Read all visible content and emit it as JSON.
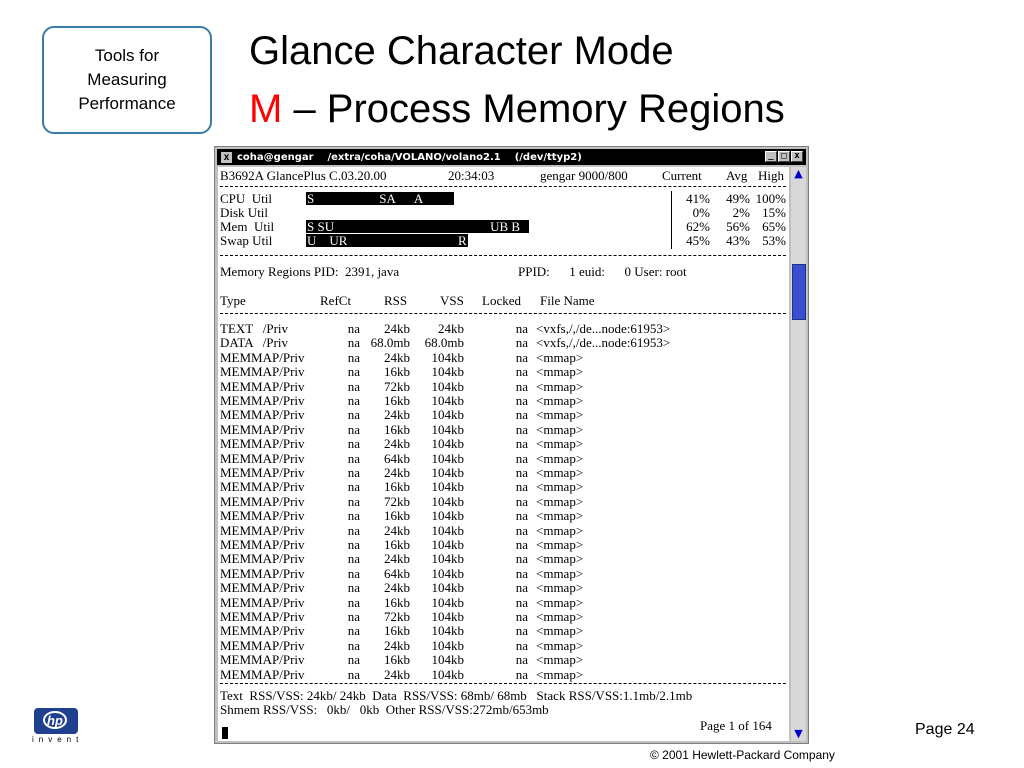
{
  "slide": {
    "tag": "Tools for\nMeasuring\nPerformance",
    "title_line1": "Glance Character Mode",
    "title_accent": "M",
    "title_rest": " – Process Memory Regions",
    "page_label": "Page 24",
    "copyright": "© 2001 Hewlett-Packard Company",
    "logo_text": "hp",
    "logo_tagline": "invent",
    "accent_color": "#ff0000",
    "border_color": "#3a7ca5"
  },
  "window": {
    "title": "coha@gengar    /extra/coha/VOLANO/volano2.1    (/dev/ttyp2)",
    "icon": "x-terminal-icon",
    "minimize": "_",
    "maximize": "□",
    "close": "x"
  },
  "terminal": {
    "header": {
      "product": "B3692A GlancePlus C.03.20.00",
      "time": "20:34:03",
      "host": "gengar 9000/800",
      "current": "Current",
      "avg": "Avg",
      "high": "High"
    },
    "util_rows": [
      {
        "label": "CPU  Util",
        "bar_text": "S                    SA      A",
        "current": "41%",
        "avg": "49%",
        "high": "100%",
        "bar_frac": 0.41
      },
      {
        "label": "Disk Util",
        "bar_text": "",
        "current": "0%",
        "avg": "2%",
        "high": "15%",
        "bar_frac": 0
      },
      {
        "label": "Mem  Util",
        "bar_text": "S SU                                                UB B",
        "current": "62%",
        "avg": "56%",
        "high": "65%",
        "bar_frac": 0.62
      },
      {
        "label": "Swap Util",
        "bar_text": "U    UR                                  R",
        "current": "45%",
        "avg": "43%",
        "high": "53%",
        "bar_frac": 0.45
      }
    ],
    "info": {
      "regions": "Memory Regions PID:  2391, java",
      "ppid": "PPID:      1 euid:      0 User: root"
    },
    "columns": [
      "Type",
      "RefCt",
      "RSS",
      "VSS",
      "Locked",
      "File Name"
    ],
    "rows": [
      [
        "TEXT   /Priv",
        "na",
        "24kb",
        "24kb",
        "na",
        "<vxfs,/,/de...node:61953>"
      ],
      [
        "DATA   /Priv",
        "na",
        "68.0mb",
        "68.0mb",
        "na",
        "<vxfs,/,/de...node:61953>"
      ],
      [
        "MEMMAP/Priv",
        "na",
        "24kb",
        "104kb",
        "na",
        "<mmap>"
      ],
      [
        "MEMMAP/Priv",
        "na",
        "16kb",
        "104kb",
        "na",
        "<mmap>"
      ],
      [
        "MEMMAP/Priv",
        "na",
        "72kb",
        "104kb",
        "na",
        "<mmap>"
      ],
      [
        "MEMMAP/Priv",
        "na",
        "16kb",
        "104kb",
        "na",
        "<mmap>"
      ],
      [
        "MEMMAP/Priv",
        "na",
        "24kb",
        "104kb",
        "na",
        "<mmap>"
      ],
      [
        "MEMMAP/Priv",
        "na",
        "16kb",
        "104kb",
        "na",
        "<mmap>"
      ],
      [
        "MEMMAP/Priv",
        "na",
        "24kb",
        "104kb",
        "na",
        "<mmap>"
      ],
      [
        "MEMMAP/Priv",
        "na",
        "64kb",
        "104kb",
        "na",
        "<mmap>"
      ],
      [
        "MEMMAP/Priv",
        "na",
        "24kb",
        "104kb",
        "na",
        "<mmap>"
      ],
      [
        "MEMMAP/Priv",
        "na",
        "16kb",
        "104kb",
        "na",
        "<mmap>"
      ],
      [
        "MEMMAP/Priv",
        "na",
        "72kb",
        "104kb",
        "na",
        "<mmap>"
      ],
      [
        "MEMMAP/Priv",
        "na",
        "16kb",
        "104kb",
        "na",
        "<mmap>"
      ],
      [
        "MEMMAP/Priv",
        "na",
        "24kb",
        "104kb",
        "na",
        "<mmap>"
      ],
      [
        "MEMMAP/Priv",
        "na",
        "16kb",
        "104kb",
        "na",
        "<mmap>"
      ],
      [
        "MEMMAP/Priv",
        "na",
        "24kb",
        "104kb",
        "na",
        "<mmap>"
      ],
      [
        "MEMMAP/Priv",
        "na",
        "64kb",
        "104kb",
        "na",
        "<mmap>"
      ],
      [
        "MEMMAP/Priv",
        "na",
        "24kb",
        "104kb",
        "na",
        "<mmap>"
      ],
      [
        "MEMMAP/Priv",
        "na",
        "16kb",
        "104kb",
        "na",
        "<mmap>"
      ],
      [
        "MEMMAP/Priv",
        "na",
        "72kb",
        "104kb",
        "na",
        "<mmap>"
      ],
      [
        "MEMMAP/Priv",
        "na",
        "16kb",
        "104kb",
        "na",
        "<mmap>"
      ],
      [
        "MEMMAP/Priv",
        "na",
        "24kb",
        "104kb",
        "na",
        "<mmap>"
      ],
      [
        "MEMMAP/Priv",
        "na",
        "16kb",
        "104kb",
        "na",
        "<mmap>"
      ],
      [
        "MEMMAP/Priv",
        "na",
        "24kb",
        "104kb",
        "na",
        "<mmap>"
      ]
    ],
    "footer1": "Text  RSS/VSS: 24kb/ 24kb  Data  RSS/VSS: 68mb/ 68mb   Stack RSS/VSS:1.1mb/2.1mb",
    "footer2": "Shmem RSS/VSS:   0kb/   0kb  Other RSS/VSS:272mb/653mb",
    "page_status": "Page 1 of 164"
  }
}
